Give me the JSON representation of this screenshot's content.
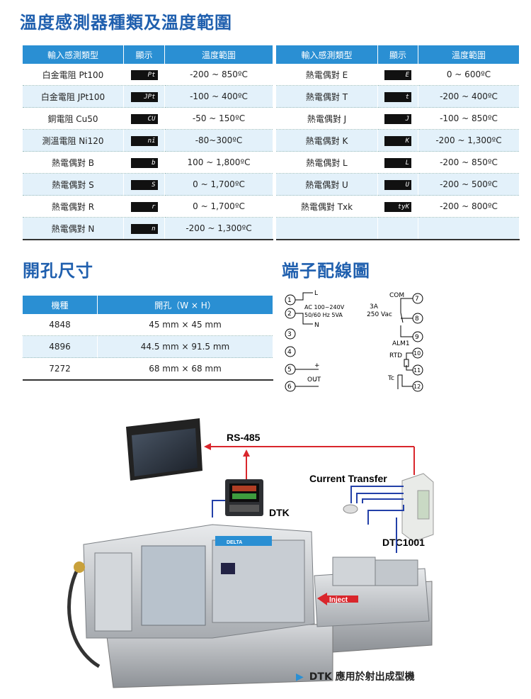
{
  "sensor_section": {
    "title": "溫度感測器種類及溫度範圍",
    "headers": [
      "輸入感測類型",
      "顯示",
      "溫度範圍"
    ],
    "left_rows": [
      {
        "type": "白金電阻 Pt100",
        "display": "Pt",
        "range": "-200 ~ 850ºC"
      },
      {
        "type": "白金電阻 JPt100",
        "display": "JPt",
        "range": "-100 ~ 400ºC"
      },
      {
        "type": "銅電阻 Cu50",
        "display": "CU",
        "range": "-50 ~ 150ºC"
      },
      {
        "type": "測溫電阻 Ni120",
        "display": "nī",
        "range": "-80~300ºC"
      },
      {
        "type": "熱電偶對 B",
        "display": "b",
        "range": "100 ~ 1,800ºC"
      },
      {
        "type": "熱電偶對 S",
        "display": "S",
        "range": "0 ~ 1,700ºC"
      },
      {
        "type": "熱電偶對 R",
        "display": "r",
        "range": "0 ~ 1,700ºC"
      },
      {
        "type": "熱電偶對 N",
        "display": "n",
        "range": "-200 ~ 1,300ºC"
      }
    ],
    "right_rows": [
      {
        "type": "熱電偶對 E",
        "display": "E",
        "range": "0 ~ 600ºC"
      },
      {
        "type": "熱電偶對 T",
        "display": "t",
        "range": "-200 ~ 400ºC"
      },
      {
        "type": "熱電偶對 J",
        "display": "J",
        "range": "-100 ~ 850ºC"
      },
      {
        "type": "熱電偶對 K",
        "display": "K",
        "range": "-200 ~ 1,300ºC"
      },
      {
        "type": "熱電偶對 L",
        "display": "L",
        "range": "-200 ~ 850ºC"
      },
      {
        "type": "熱電偶對 U",
        "display": "U",
        "range": "-200 ~ 500ºC"
      },
      {
        "type": "熱電偶對 Txk",
        "display": "tyK",
        "range": "-200 ~ 800ºC"
      },
      {
        "type": "",
        "display": "",
        "range": ""
      }
    ]
  },
  "cutout_section": {
    "title": "開孔尺寸",
    "headers": [
      "機種",
      "開孔（W × H）"
    ],
    "rows": [
      {
        "model": "4848",
        "size": "45 mm × 45 mm"
      },
      {
        "model": "4896",
        "size": "44.5 mm × 91.5 mm"
      },
      {
        "model": "7272",
        "size": "68 mm × 68 mm"
      }
    ]
  },
  "wiring_section": {
    "title": "端子配線圖",
    "terminals": [
      "1",
      "2",
      "3",
      "4",
      "5",
      "6",
      "7",
      "8",
      "9",
      "10",
      "11",
      "12"
    ],
    "labels": {
      "L": "L",
      "N": "N",
      "power": "AC 100~240V",
      "freq": "50/60 Hz  5VA",
      "plus": "+",
      "minus": "-",
      "out": "OUT",
      "com": "COM",
      "rating1": "3A",
      "rating2": "250 Vac",
      "alm": "ALM1",
      "rtd": "RTD",
      "tc": "Tc"
    }
  },
  "scene": {
    "rs485": "RS-485",
    "current_transfer": "Current Transfer",
    "dtk": "DTK",
    "dtc": "DTC1001",
    "inject": "Inject",
    "brand": "DELTA"
  },
  "caption": "DTK 應用於射出成型機",
  "colors": {
    "accent": "#2a8fd3",
    "title": "#1f5fae",
    "arrow": "#d9262c",
    "cable": "#2340a8"
  }
}
